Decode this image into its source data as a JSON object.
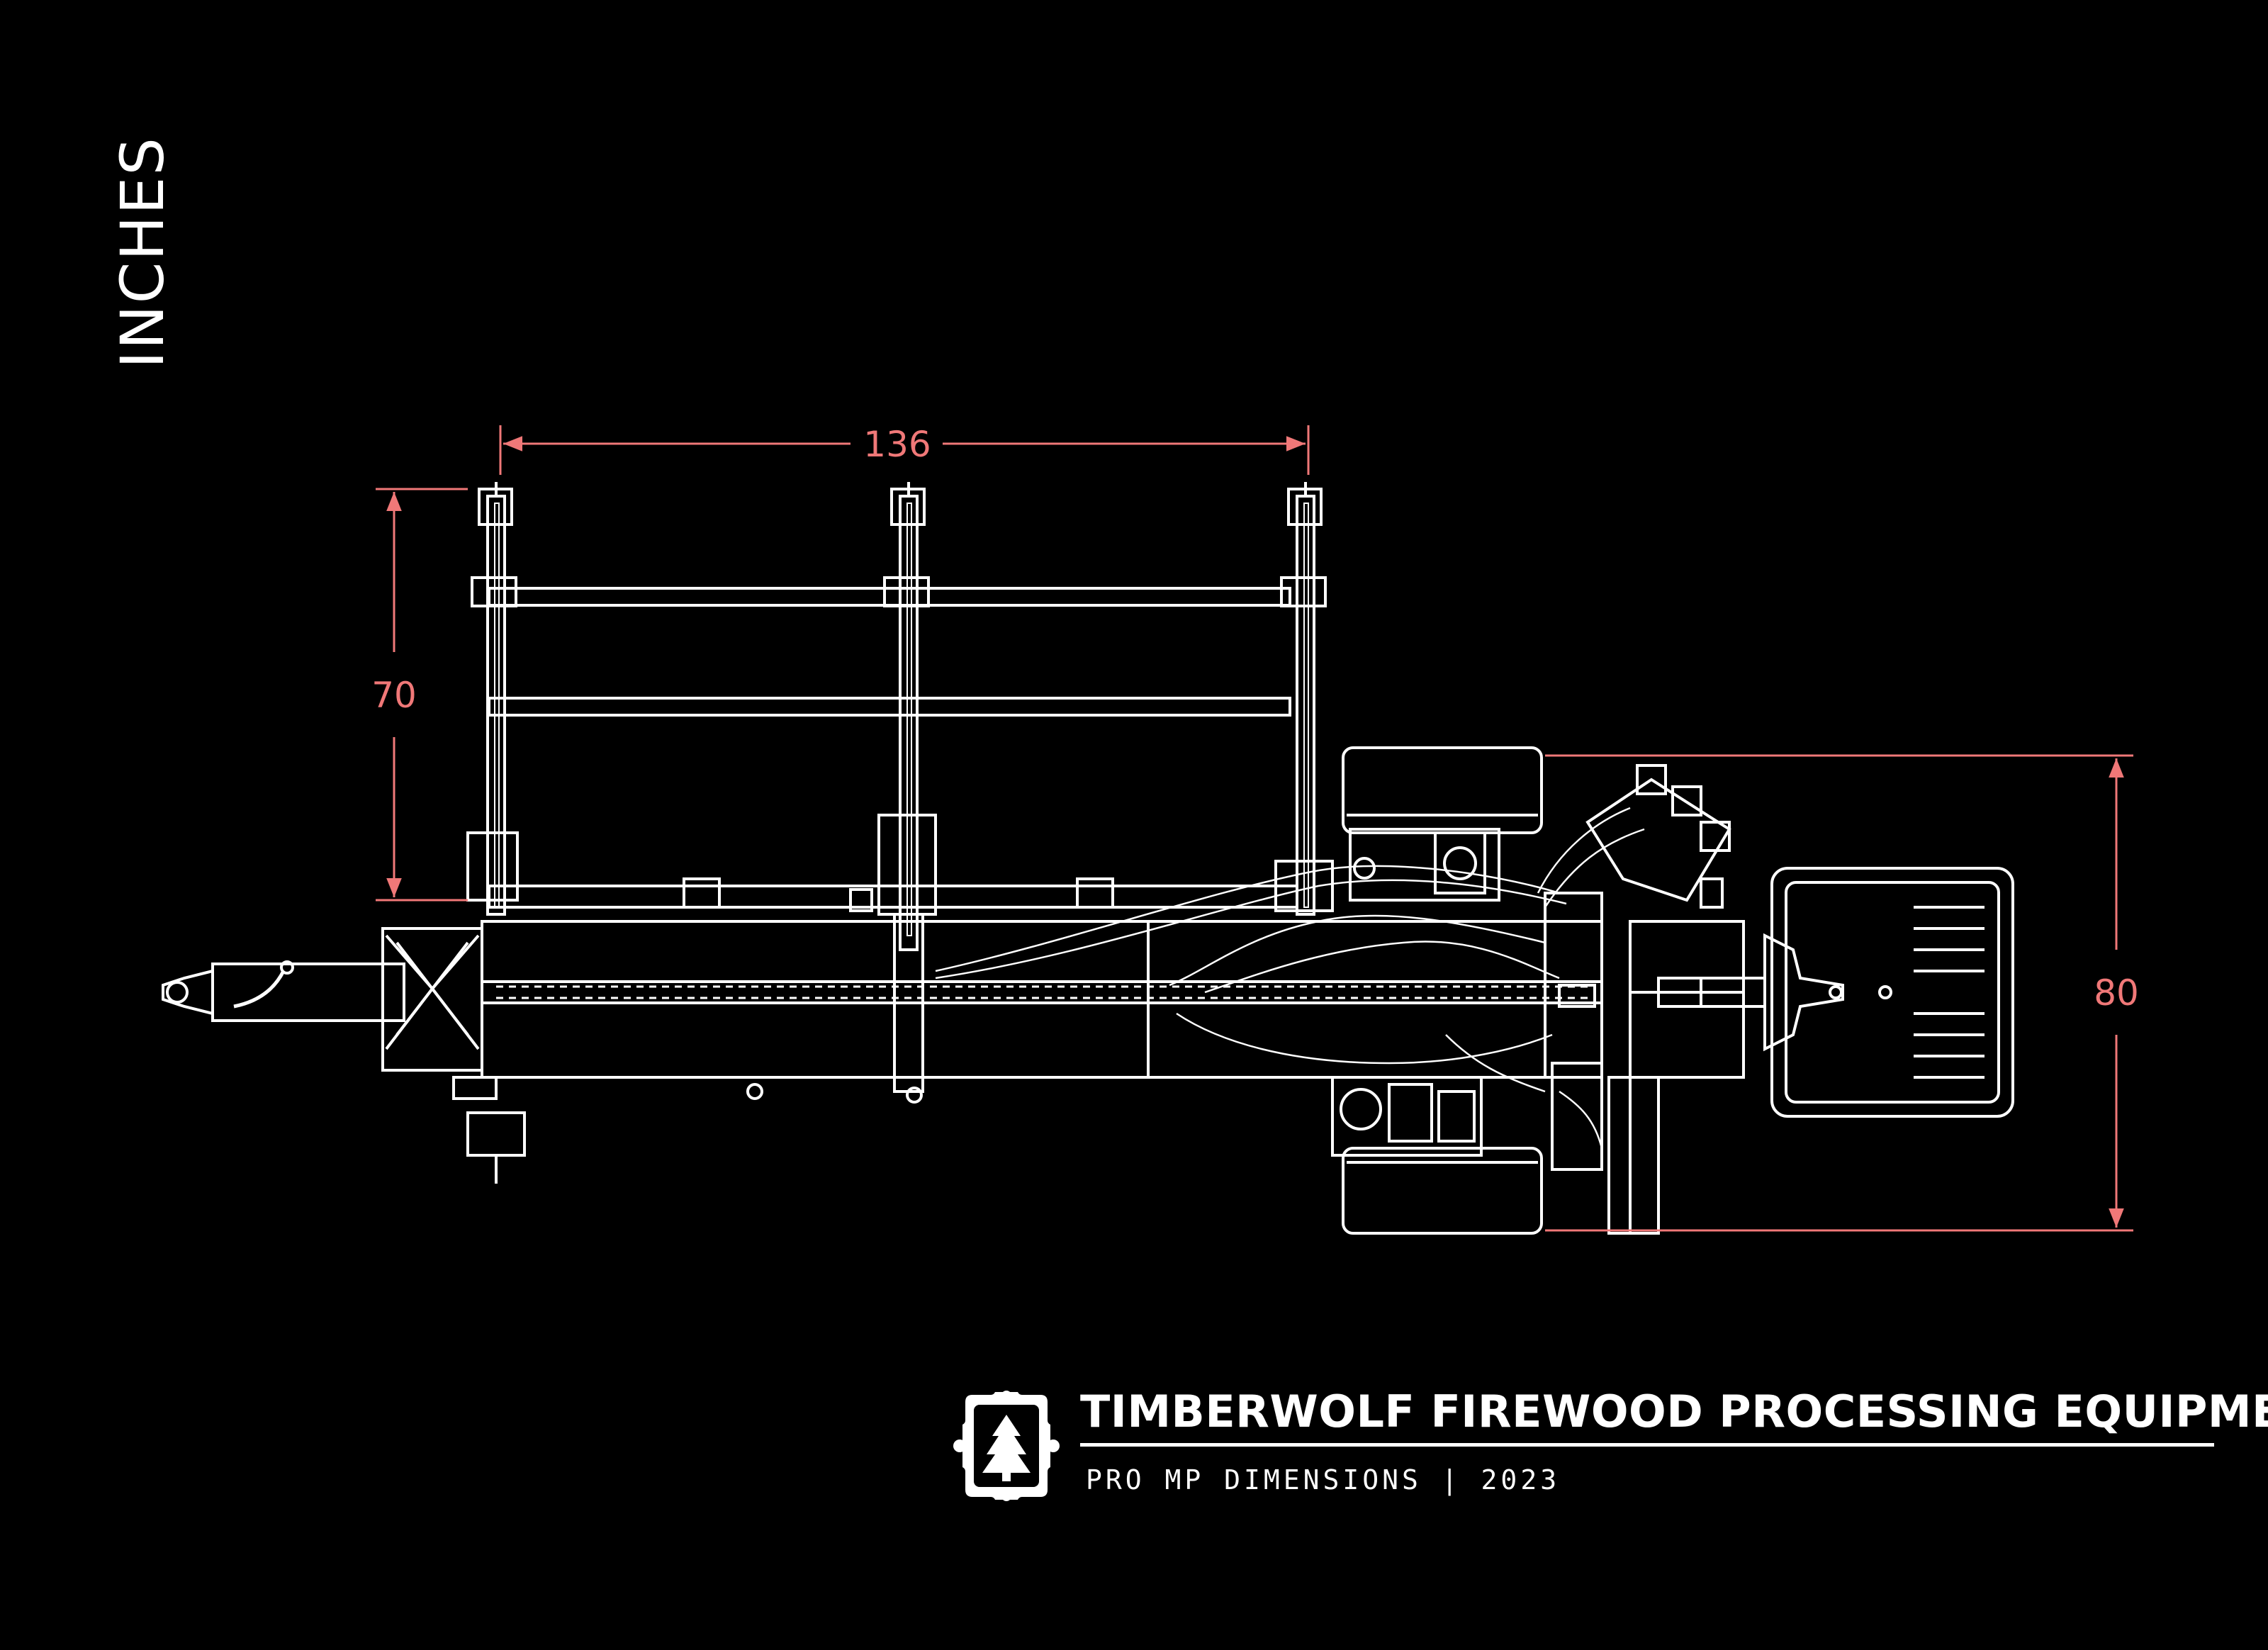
{
  "units_label": "INCHES",
  "title": "TIMBERWOLF FIREWOOD PROCESSING EQUIPMENT",
  "subtitle": "PRO MP DIMENSIONS | 2023",
  "dimensions": {
    "length_between_arms": "136",
    "arm_length": "70",
    "overall_width": "80"
  },
  "colors": {
    "background": "#000000",
    "linework": "#ffffff",
    "dimension": "#f07878"
  },
  "icons": {
    "logo": "tree-badge-icon"
  }
}
